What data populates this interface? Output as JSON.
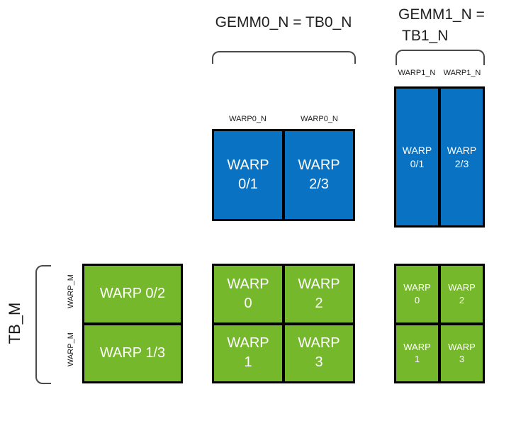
{
  "colors": {
    "blue": "#0a72c2",
    "green": "#76b82b",
    "line": "#000000"
  },
  "top": {
    "gemm0_heading": "GEMM0_N = TB0_N",
    "gemm1_heading_line1": "GEMM1_N =",
    "gemm1_heading_line2": "TB1_N"
  },
  "left_axis": {
    "tb_m": "TB_M",
    "row_labels": [
      "WARP_M",
      "WARP_M"
    ]
  },
  "gemm0_acc": {
    "col_labels": [
      "WARP0_N",
      "WARP0_N"
    ],
    "cells": [
      {
        "line1": "WARP",
        "line2": "0/1"
      },
      {
        "line1": "WARP",
        "line2": "2/3"
      }
    ]
  },
  "gemm1_acc": {
    "col_labels": [
      "WARP1_N",
      "WARP1_N"
    ],
    "cells": [
      {
        "line1": "WARP",
        "line2": "0/1"
      },
      {
        "line1": "WARP",
        "line2": "2/3"
      }
    ]
  },
  "a_tile": {
    "cells": [
      {
        "text": "WARP 0/2"
      },
      {
        "text": "WARP 1/3"
      }
    ]
  },
  "gemm0_tile": {
    "cells": [
      {
        "line1": "WARP",
        "line2": "0"
      },
      {
        "line1": "WARP",
        "line2": "2"
      },
      {
        "line1": "WARP",
        "line2": "1"
      },
      {
        "line1": "WARP",
        "line2": "3"
      }
    ]
  },
  "gemm1_tile": {
    "cells": [
      {
        "line1": "WARP",
        "line2": "0"
      },
      {
        "line1": "WARP",
        "line2": "2"
      },
      {
        "line1": "WARP",
        "line2": "1"
      },
      {
        "line1": "WARP",
        "line2": "3"
      }
    ]
  }
}
